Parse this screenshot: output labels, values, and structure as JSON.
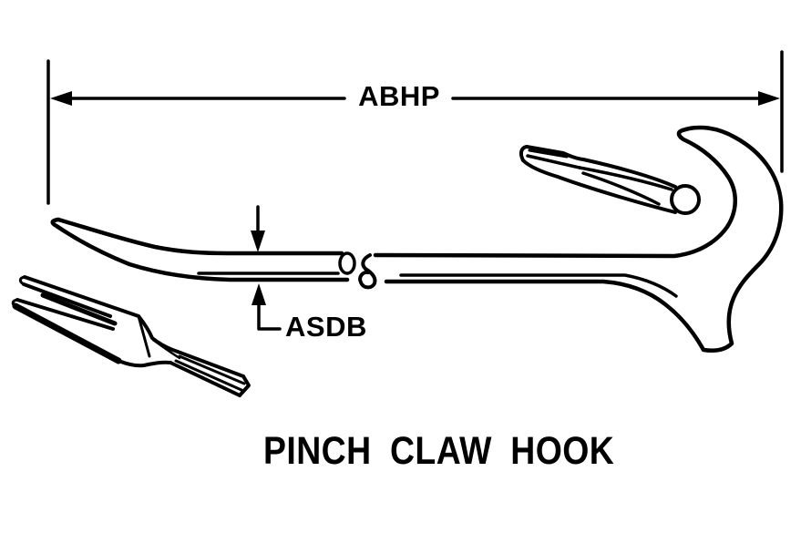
{
  "figure": {
    "title": "PINCH CLAW HOOK",
    "dimensions": {
      "overall_length_label": "ABHP",
      "bar_thickness_label": "ASDB"
    },
    "colors": {
      "ink": "#000000",
      "background": "#ffffff"
    }
  }
}
